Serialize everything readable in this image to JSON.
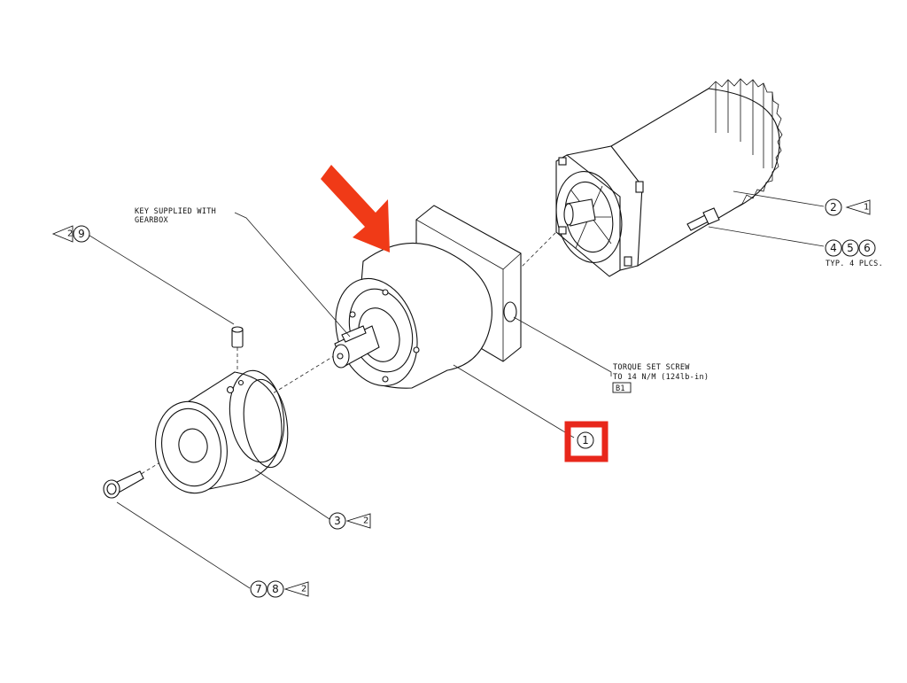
{
  "notes": {
    "key_supplied_line1": "KEY SUPPLIED WITH",
    "key_supplied_line2": "GEARBOX",
    "torque_line1": "TORQUE SET SCREW",
    "torque_line2": "TO 14 N/M (124lb-in)",
    "torque_ref": "B1",
    "typ_plcs": "TYP. 4 PLCS."
  },
  "balloons": {
    "b1": "1",
    "b2": "2",
    "b3": "3",
    "b4": "4",
    "b5": "5",
    "b6": "6",
    "b7": "7",
    "b8": "8",
    "b9": "9"
  },
  "revision_flags": {
    "f_part2": "1",
    "f_part3": "2",
    "f_part78": "2",
    "f_part9": "2"
  },
  "colors": {
    "highlight": "#e8271b",
    "arrow": "#f03a17"
  }
}
